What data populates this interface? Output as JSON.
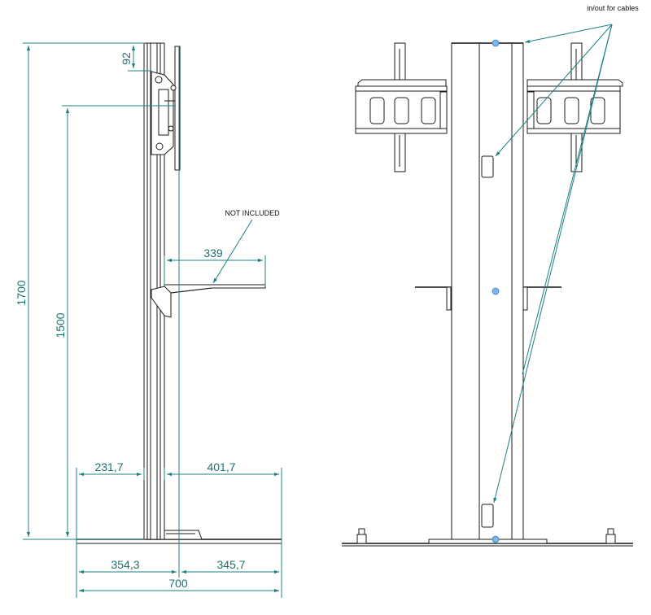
{
  "side_view": {
    "total_height": "1700",
    "mount_height": "1500",
    "top_offset": "92",
    "shelf_depth": "339",
    "shelf_note": "NOT INCLUDED",
    "rear_projection": "231,7",
    "front_projection": "401,7",
    "base_rear": "354,3",
    "base_front": "345,7",
    "base_total": "700"
  },
  "front_view": {
    "cable_note": "in/out for cables"
  }
}
